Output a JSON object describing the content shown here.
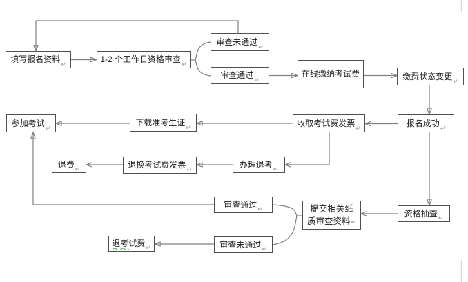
{
  "colors": {
    "background": "#ffffff",
    "box_border": "#4f4f4f",
    "connector_line": "#7f7f7f",
    "arrowhead": "#1a1a1a",
    "text": "#1a1a1a",
    "spellcheck_underline": "#3aa23a",
    "faint_edge_line": "#d9d9d9"
  },
  "return_mark": "↵",
  "nodes": [
    {
      "id": "fill-registration-info",
      "label": "填写报名资料"
    },
    {
      "id": "qualification-review",
      "label": "1-2 个工作日资格审查"
    },
    {
      "id": "review-failed-top",
      "label": "审查未通过"
    },
    {
      "id": "review-passed-top",
      "label": "审查通过"
    },
    {
      "id": "pay-exam-fee-online",
      "label": "在线缴纳考试费"
    },
    {
      "id": "payment-status-change",
      "label": "缴费状态变更"
    },
    {
      "id": "registration-success",
      "label": "报名成功"
    },
    {
      "id": "receive-exam-fee-invoice",
      "label": "收取考试费发票"
    },
    {
      "id": "download-admission-ticket",
      "label": "下载准考生证"
    },
    {
      "id": "take-exam",
      "label": "参加考试"
    },
    {
      "id": "refund",
      "label": "退费"
    },
    {
      "id": "exchange-exam-fee-invoice",
      "label": "退换考试费发票"
    },
    {
      "id": "process-exam-withdrawal",
      "label": "办理退考"
    },
    {
      "id": "qualification-spot-check",
      "label": "资格抽查"
    },
    {
      "id": "submit-paper-review-materials",
      "lines": [
        "提交相关纸",
        "质审查资料"
      ]
    },
    {
      "id": "review-passed-bottom",
      "label": "审查通过"
    },
    {
      "id": "review-failed-bottom",
      "label": "审查未通过"
    },
    {
      "id": "refund-exam-fee",
      "label": "退考试费"
    }
  ],
  "edges": [
    {
      "from": "fill-registration-info",
      "to": "qualification-review"
    },
    {
      "from": "qualification-review",
      "to": "review-failed-top",
      "via": "brace"
    },
    {
      "from": "qualification-review",
      "to": "review-passed-top",
      "via": "brace"
    },
    {
      "from": "review-failed-top",
      "to": "fill-registration-info"
    },
    {
      "from": "review-passed-top",
      "to": "pay-exam-fee-online"
    },
    {
      "from": "pay-exam-fee-online",
      "to": "payment-status-change"
    },
    {
      "from": "payment-status-change",
      "to": "registration-success"
    },
    {
      "from": "registration-success",
      "to": "receive-exam-fee-invoice"
    },
    {
      "from": "receive-exam-fee-invoice",
      "to": "download-admission-ticket"
    },
    {
      "from": "download-admission-ticket",
      "to": "take-exam"
    },
    {
      "from": "receive-exam-fee-invoice",
      "to": "process-exam-withdrawal"
    },
    {
      "from": "process-exam-withdrawal",
      "to": "exchange-exam-fee-invoice"
    },
    {
      "from": "exchange-exam-fee-invoice",
      "to": "refund"
    },
    {
      "from": "registration-success",
      "to": "qualification-spot-check"
    },
    {
      "from": "qualification-spot-check",
      "to": "submit-paper-review-materials"
    },
    {
      "from": "submit-paper-review-materials",
      "to": "review-passed-bottom",
      "via": "brace"
    },
    {
      "from": "submit-paper-review-materials",
      "to": "review-failed-bottom",
      "via": "brace"
    },
    {
      "from": "review-passed-bottom",
      "to": "take-exam"
    },
    {
      "from": "review-failed-bottom",
      "to": "refund-exam-fee"
    }
  ]
}
